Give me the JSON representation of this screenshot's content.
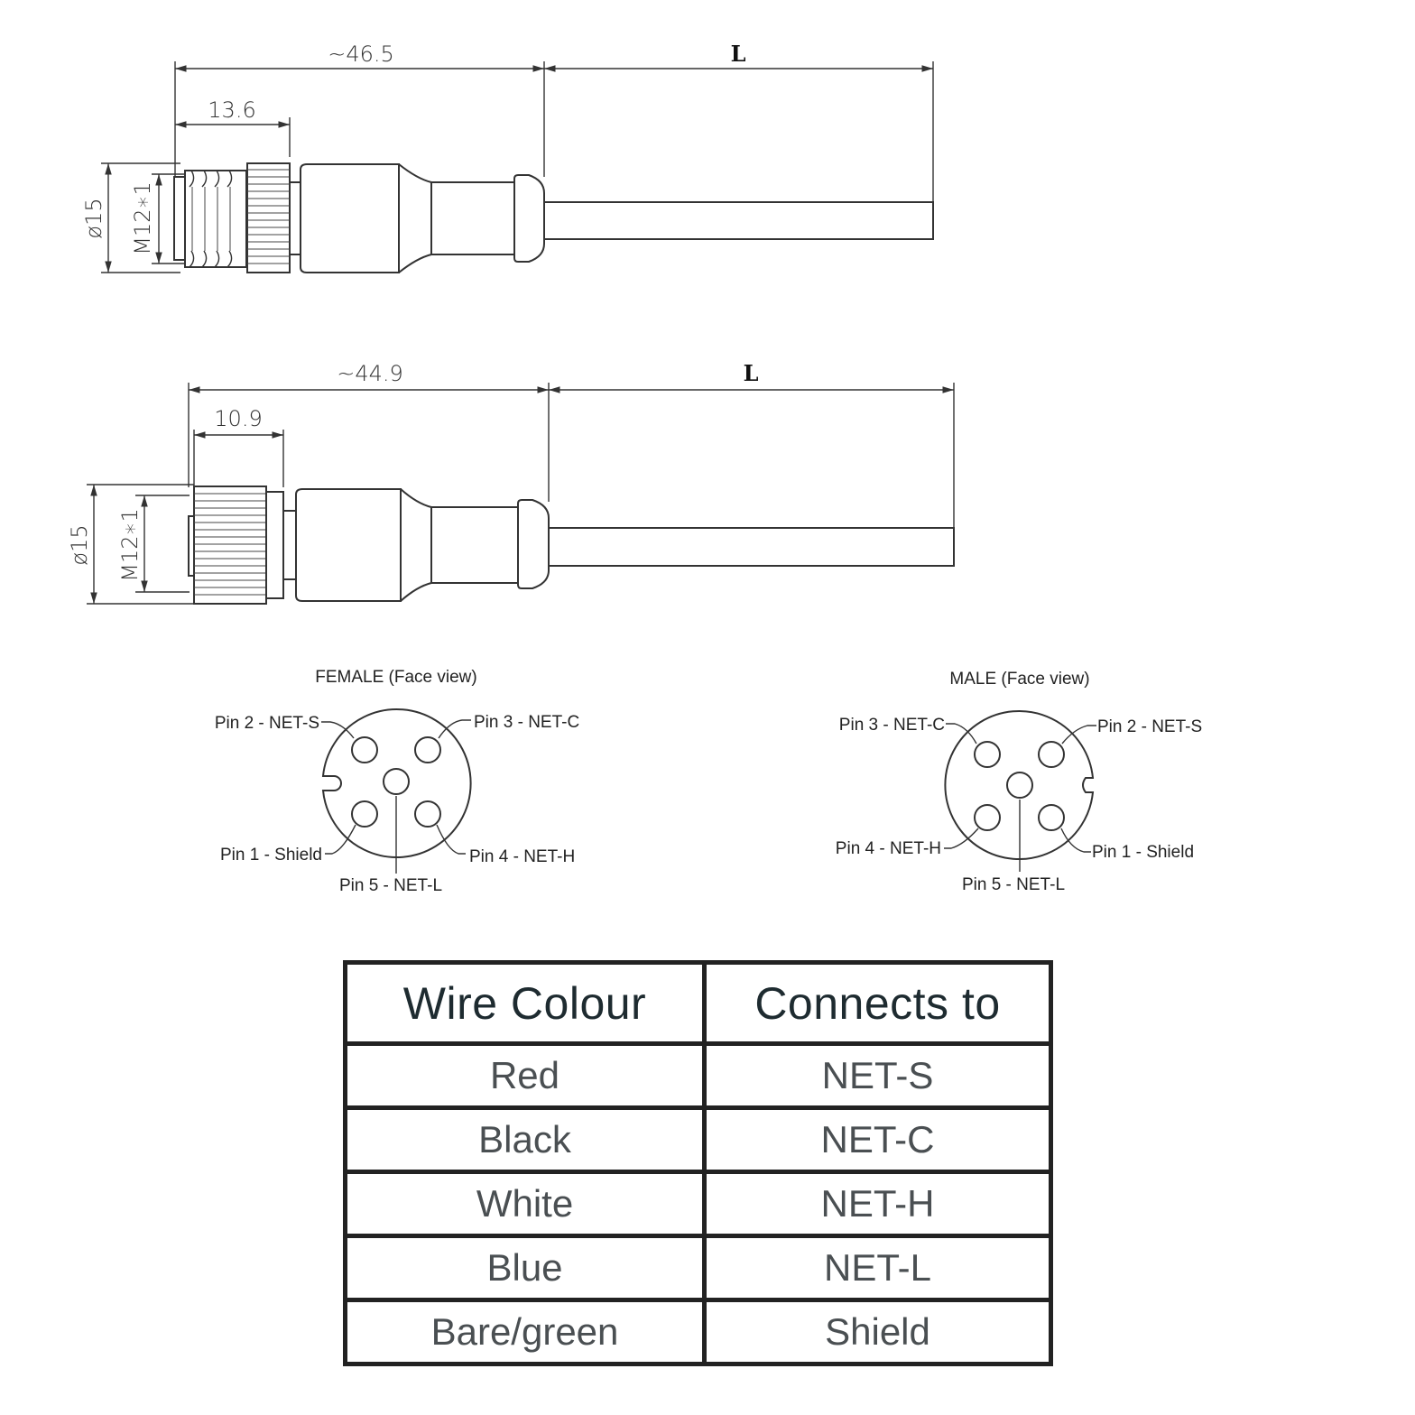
{
  "male_connector": {
    "overall_length": "~46.5",
    "cable_length": "L",
    "thread_length": "13.6",
    "diameter": "ø15",
    "thread": "M12∗1"
  },
  "female_connector": {
    "overall_length": "~44.9",
    "cable_length": "L",
    "nut_length": "10.9",
    "diameter": "ø15",
    "thread": "M12∗1"
  },
  "female_face": {
    "title": "FEMALE (Face view)",
    "pins": {
      "p2": "Pin 2 - NET-S",
      "p3": "Pin 3 - NET-C",
      "p1": "Pin 1 - Shield",
      "p4": "Pin 4 - NET-H",
      "p5": "Pin 5 - NET-L"
    }
  },
  "male_face": {
    "title": "MALE (Face view)",
    "pins": {
      "p3": "Pin 3 - NET-C",
      "p2": "Pin 2 - NET-S",
      "p4": "Pin 4 - NET-H",
      "p1": "Pin 1 - Shield",
      "p5": "Pin 5 - NET-L"
    }
  },
  "wire_table": {
    "headers": [
      "Wire Colour",
      "Connects to"
    ],
    "rows": [
      [
        "Red",
        "NET-S"
      ],
      [
        "Black",
        "NET-C"
      ],
      [
        "White",
        "NET-H"
      ],
      [
        "Blue",
        "NET-L"
      ],
      [
        "Bare/green",
        "Shield"
      ]
    ]
  }
}
